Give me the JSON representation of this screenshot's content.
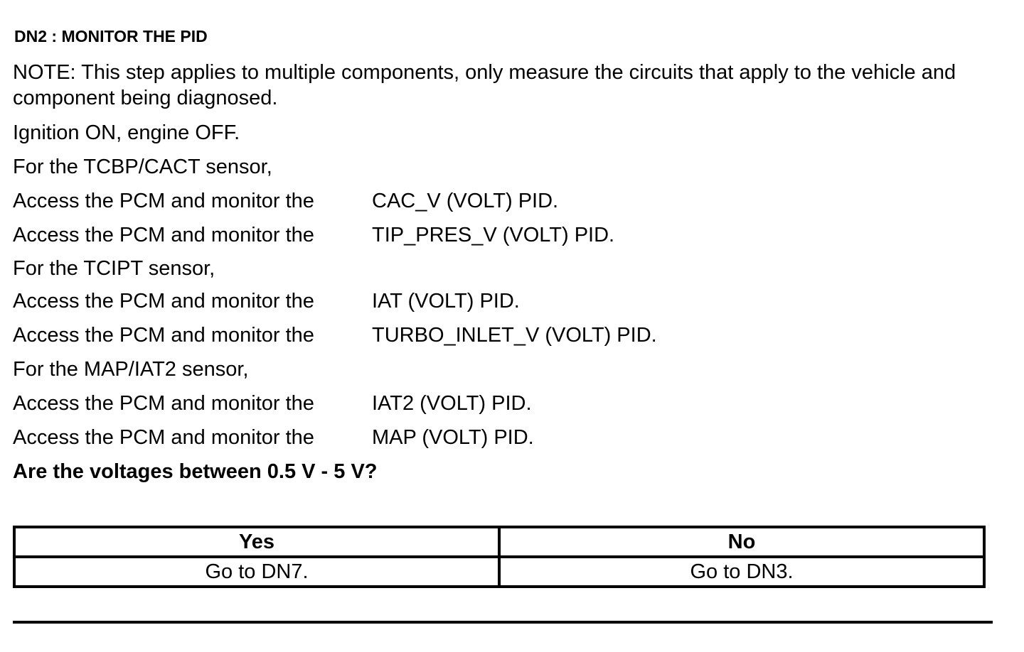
{
  "step": {
    "title": "DN2 : MONITOR THE PID"
  },
  "instructions": {
    "note": "NOTE: This step applies to multiple components, only measure the circuits that apply to the vehicle and component being diagnosed.",
    "ignition": "Ignition ON, engine OFF.",
    "groups": [
      {
        "heading": "For the TCBP/CACT sensor,",
        "lines": [
          {
            "prefix": "Access the PCM and monitor the",
            "pid": "CAC_V (VOLT) PID."
          },
          {
            "prefix": "Access the PCM and monitor the",
            "pid": "TIP_PRES_V (VOLT) PID."
          }
        ]
      },
      {
        "heading": "For the TCIPT sensor,",
        "lines": [
          {
            "prefix": "Access the PCM and monitor the",
            "pid": "IAT (VOLT) PID."
          },
          {
            "prefix": "Access the PCM and monitor the",
            "pid": "TURBO_INLET_V (VOLT) PID."
          }
        ]
      },
      {
        "heading": "For the MAP/IAT2 sensor,",
        "lines": [
          {
            "prefix": "Access the PCM and monitor the",
            "pid": "IAT2 (VOLT) PID."
          },
          {
            "prefix": "Access the PCM and monitor the",
            "pid": "MAP (VOLT) PID."
          }
        ]
      }
    ],
    "question": "Are the voltages between 0.5 V - 5 V?"
  },
  "result_table": {
    "headers": [
      "Yes",
      "No"
    ],
    "actions": [
      "Go to DN7.",
      "Go to DN3."
    ]
  }
}
